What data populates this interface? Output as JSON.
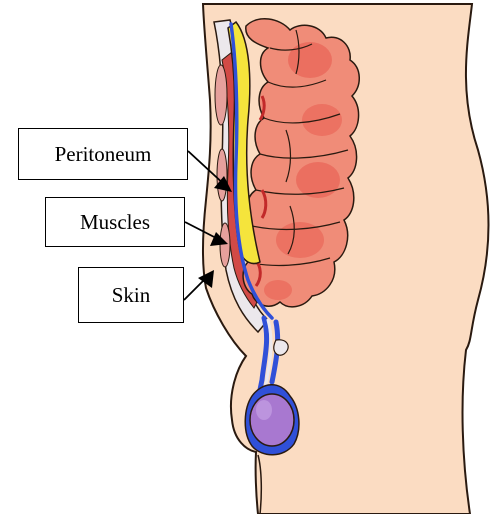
{
  "diagram": {
    "labels": {
      "peritoneum": "Peritoneum",
      "muscles": "Muscles",
      "skin": "Skin"
    },
    "colors": {
      "skin_fill": "#fbdcc2",
      "outline": "#2a1a10",
      "intestine_fill": "#f08c78",
      "intestine_shade": "#e8584c",
      "fat_yellow": "#f5e43c",
      "peritoneum_blue": "#3050d8",
      "muscle_red": "#d24a46",
      "muscle_pale": "#ecc8c4",
      "tissue_white": "#ece8ec",
      "testis_purple": "#a878d0"
    }
  }
}
